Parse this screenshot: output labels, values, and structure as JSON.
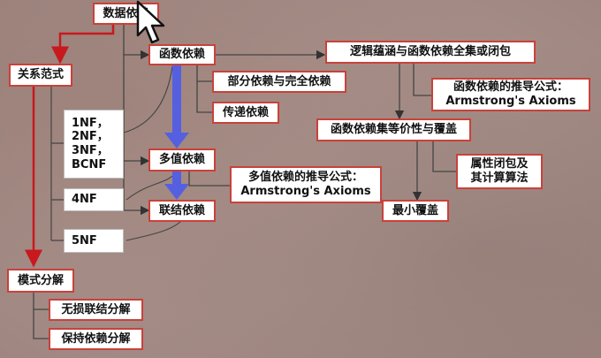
{
  "nodes": {
    "data_dep": "数据依赖",
    "relational_normal_form": "关系范式",
    "functional_dependency": "函数依赖",
    "partial_full": "部分依赖与完全依赖",
    "transitive": "传递依赖",
    "logical_implication": "逻辑蕴涵与函数依赖全集或闭包",
    "fd_inference": "函数依赖的推导公式：\nArmstrong's Axioms",
    "fd_equivalence_cover": "函数依赖集等价性与覆盖",
    "attribute_closure": "属性闭包及\n其计算算法",
    "minimal_cover": "最小覆盖",
    "multivalued_dependency": "多值依赖",
    "mvd_inference": "多值依赖的推导公式：\nArmstrong's Axioms",
    "join_dependency": "联结依赖",
    "nf_1_3_bc": "1NF，\n2NF，\n3NF，\nBCNF",
    "nf_4": "4NF",
    "nf_5": "5NF",
    "schema_decomposition": "模式分解",
    "lossless_join": "无损联结分解",
    "dependency_preserving": "保持依赖分解"
  },
  "colors": {
    "box_border": "#c8423b",
    "arrow_red": "#c8191e",
    "arrow_blue": "#5560e0",
    "connector": "#444444"
  }
}
